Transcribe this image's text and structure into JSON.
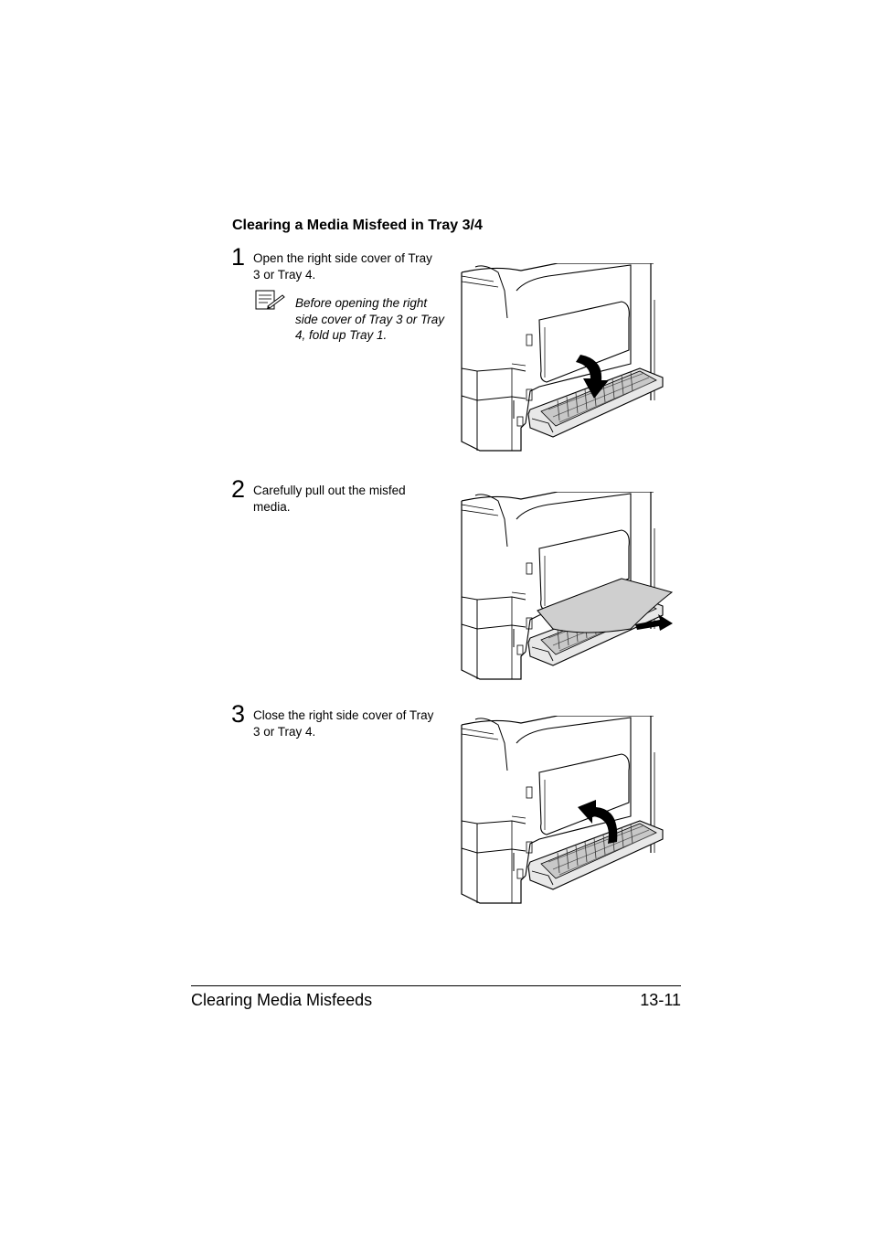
{
  "section_title": "Clearing a Media Misfeed in Tray 3/4",
  "steps": [
    {
      "number": "1",
      "text": "Open the right side cover of Tray 3 or Tray 4."
    },
    {
      "number": "2",
      "text": "Carefully pull out the misfed media."
    },
    {
      "number": "3",
      "text": "Close the right side cover of Tray 3 or Tray 4."
    }
  ],
  "note": {
    "icon": "note-pencil-icon",
    "text": "Before opening the right side cover of Tray 3 or Tray 4, fold up Tray 1."
  },
  "footer": {
    "chapter": "Clearing Media Misfeeds",
    "page": "13-11"
  }
}
